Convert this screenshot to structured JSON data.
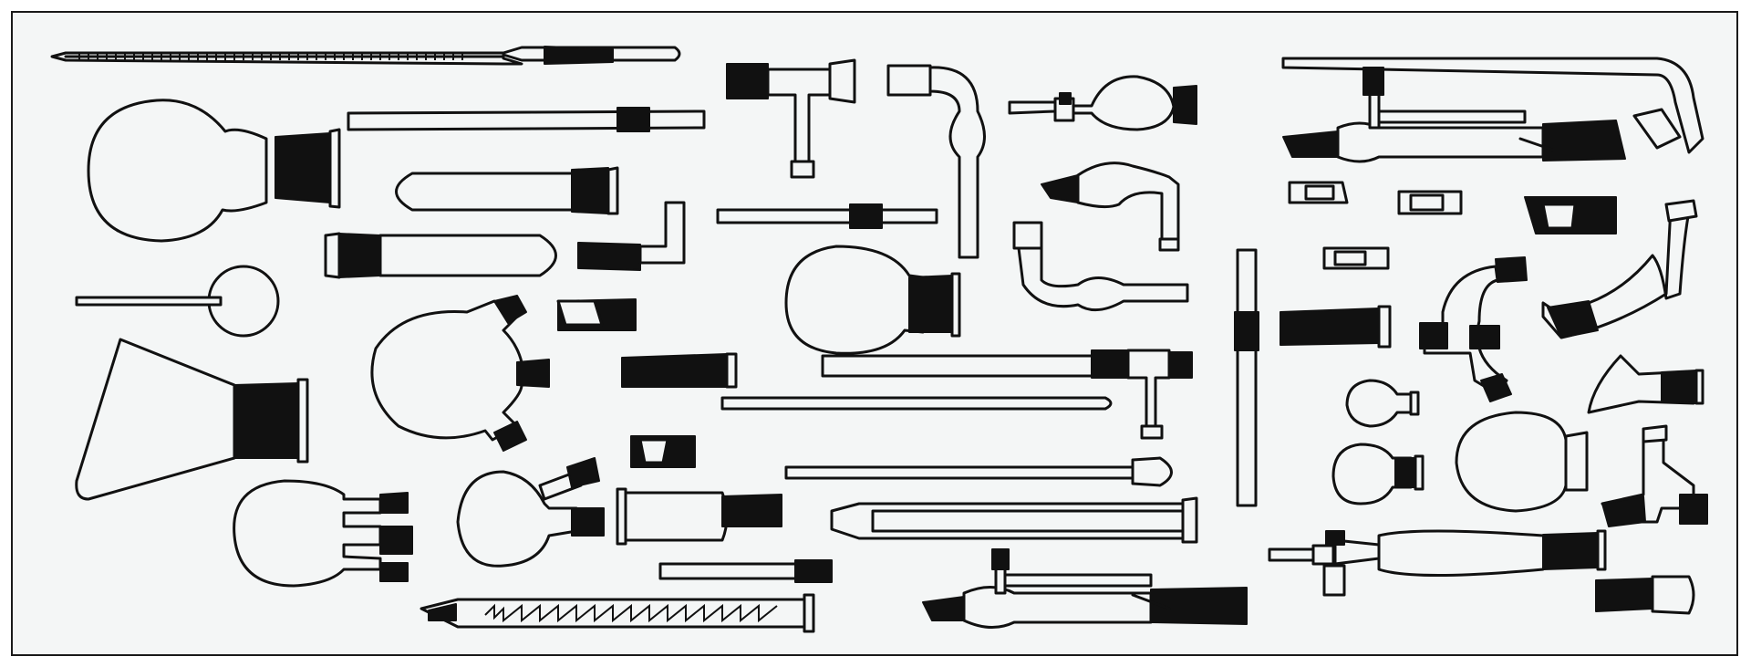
{
  "figure": {
    "background_color": "#f4f6f6",
    "line_color": "#111111",
    "joint_color": "#111111",
    "items": [
      "graduated-pipette",
      "round-bottom-flask-large",
      "glass-adapter-tube",
      "test-tube-stoppered",
      "test-tube-stoppered-long",
      "bent-adapter",
      "t-adapter-with-stopper",
      "elbow-bulb-adapter",
      "pear-flask-with-stopcock",
      "distillation-head-with-stopcock",
      "three-neck-flask",
      "two-neck-flask",
      "erlenmeyer-flask",
      "small-round-flask",
      "liebig-condenser",
      "spiral-condenser",
      "drying-tube",
      "claisen-adapter",
      "dropping-funnel",
      "glass-stoppers"
    ]
  }
}
